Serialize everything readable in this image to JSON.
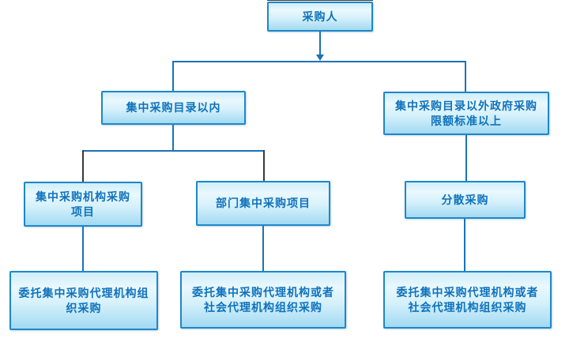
{
  "colors": {
    "background": "#ffffff",
    "box_border": "#1e87c8",
    "box_fill_bottom": "#a2daf3",
    "text": "#0f72bc",
    "connector": "#1a72b8",
    "connector_dark": "#3a3a3a"
  },
  "nodes": {
    "purchaser": "采购人",
    "within_catalog": "集中采购目录以内",
    "outside_catalog": "集中采购目录以外政府采购\n限额标准以上",
    "central_agency_projects": "集中采购机构采购\n项目",
    "department_projects": "部门集中采购项目",
    "decentralized": "分散采购",
    "entrust_central_agency": "委托集中采购代理机构组\n织采购",
    "entrust_central_or_social_mid": "委托集中采购代理机构或者\n社会代理机构组织采购",
    "entrust_central_or_social_right": "委托集中采购代理机构或者\n社会代理机构组织采购"
  }
}
